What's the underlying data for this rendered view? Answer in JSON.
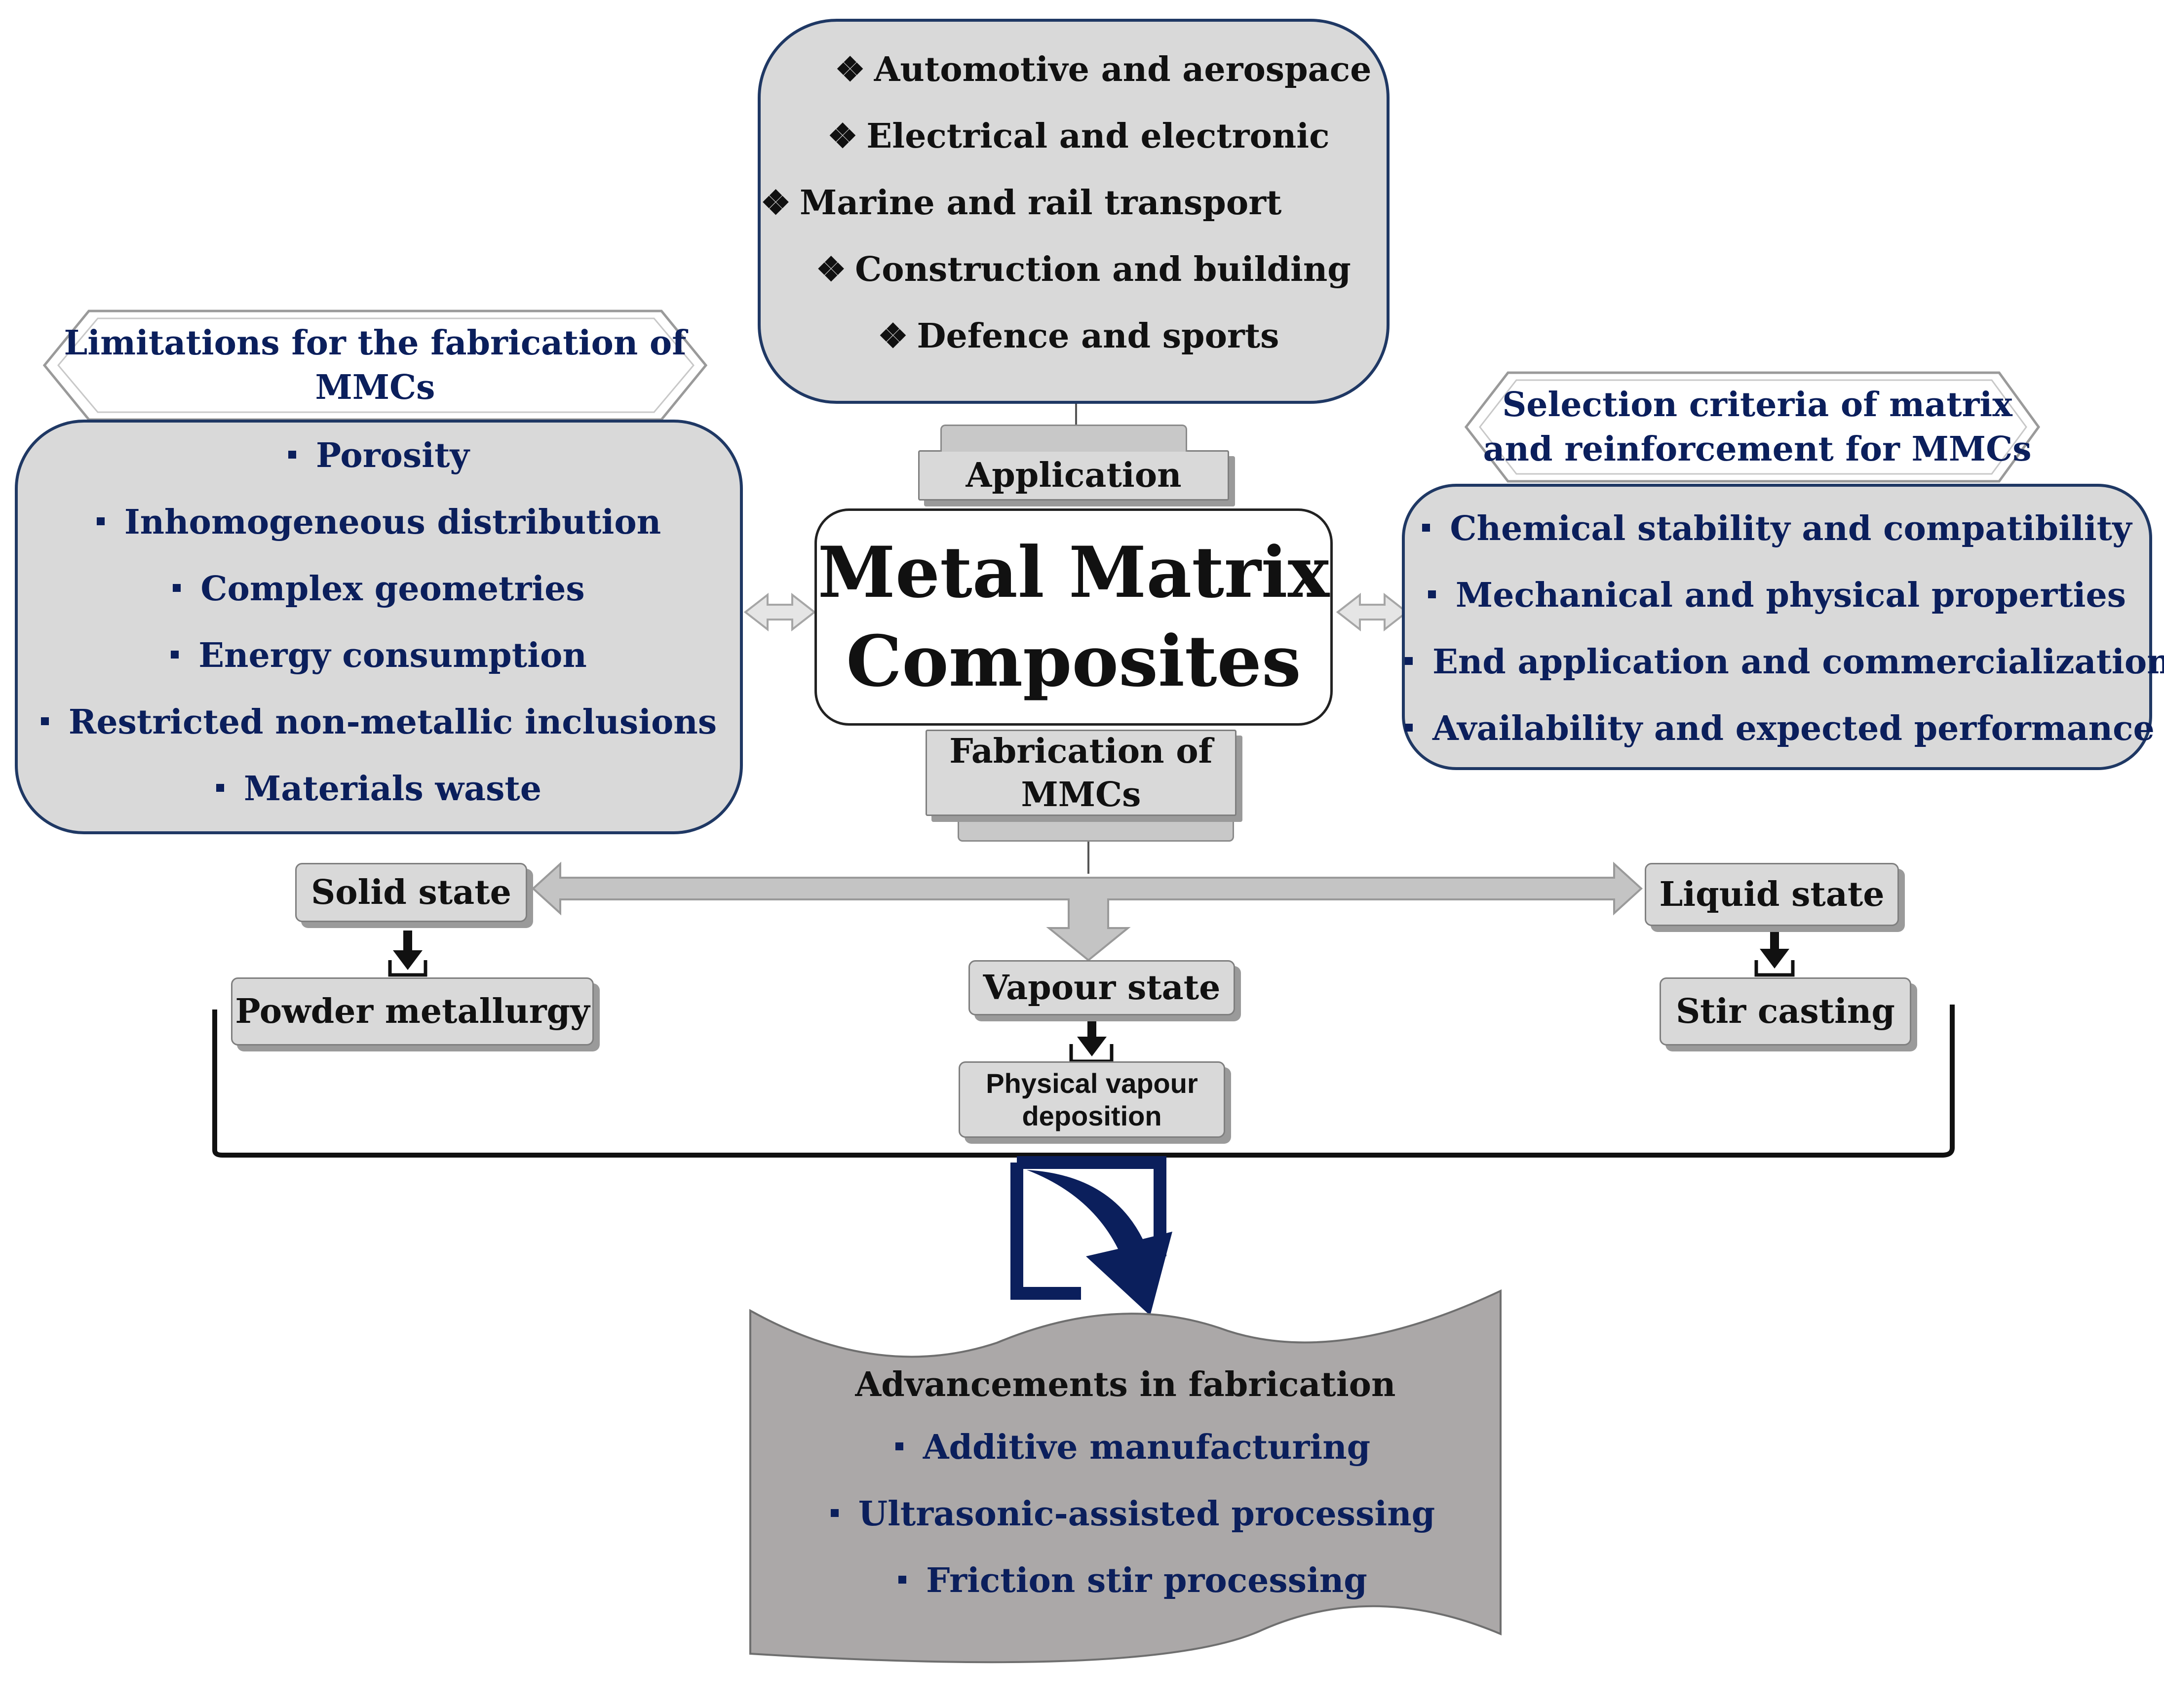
{
  "center": {
    "line1": "Metal Matrix",
    "line2": "Composites"
  },
  "application": {
    "label": "Application",
    "items": [
      "Automotive and aerospace",
      "Electrical and electronic",
      "Marine and rail transport",
      "Construction and building",
      "Defence and sports"
    ]
  },
  "limitations": {
    "title_line1": "Limitations for the fabrication of",
    "title_line2": "MMCs",
    "items": [
      "Porosity",
      "Inhomogeneous distribution",
      "Complex geometries",
      "Energy consumption",
      "Restricted non-metallic inclusions",
      "Materials waste"
    ]
  },
  "selection": {
    "title_line1": "Selection criteria of matrix",
    "title_line2": "and reinforcement for MMCs",
    "items": [
      "Chemical stability and compatibility",
      "Mechanical and physical properties",
      "End application and commercialization",
      "Availability and expected performance"
    ]
  },
  "fabrication": {
    "label_line1": "Fabrication of",
    "label_line2": "MMCs",
    "solid": "Solid state",
    "powder": "Powder metallurgy",
    "vapour": "Vapour state",
    "pvd_line1": "Physical vapour",
    "pvd_line2": "deposition",
    "liquid": "Liquid state",
    "stir": "Stir casting"
  },
  "advancements": {
    "title": "Advancements in fabrication",
    "items": [
      "Additive manufacturing",
      "Ultrasonic-assisted processing",
      "Friction stir processing"
    ]
  },
  "colors": {
    "navy": "#0b1f5c",
    "box_gray": "#d9d9d9",
    "scroll_gray": "#aba8a8",
    "arrow_gray": "#c0c0c0"
  },
  "glyphs": {
    "diamond": "❖"
  }
}
